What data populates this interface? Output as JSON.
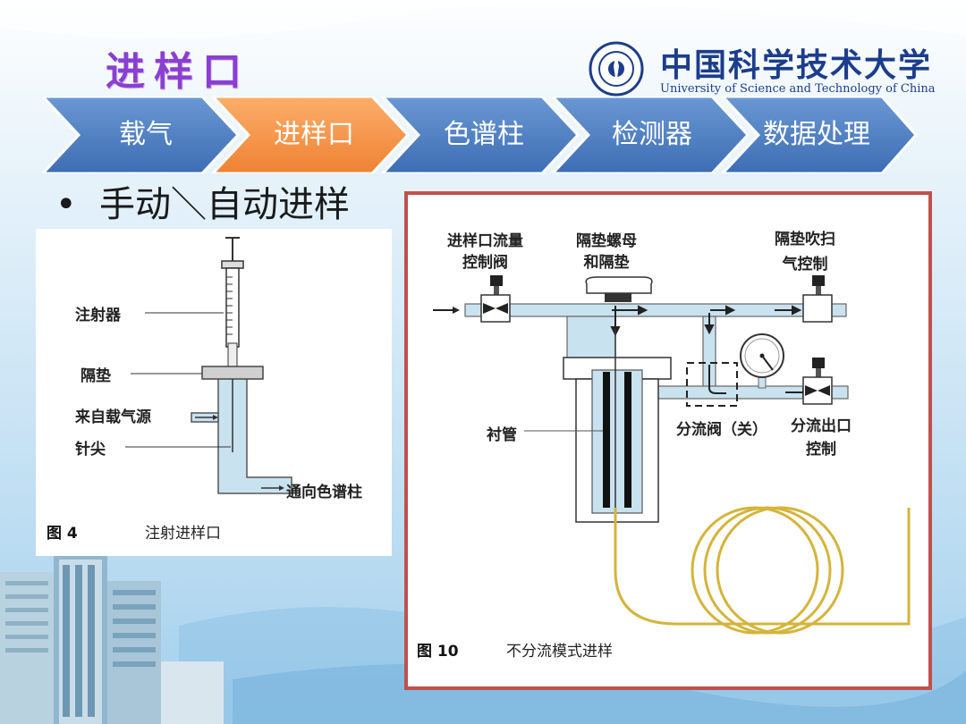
{
  "slide": {
    "title": "进样口",
    "bullet": "手动＼自动进样"
  },
  "logo": {
    "chinese_name": "中国科学技术大学",
    "english_name": "University of Science and Technology of China"
  },
  "process_steps": [
    {
      "label": "载气",
      "active": false
    },
    {
      "label": "进样口",
      "active": true
    },
    {
      "label": "色谱柱",
      "active": false
    },
    {
      "label": "检测器",
      "active": false
    },
    {
      "label": "数据处理",
      "active": false
    }
  ],
  "colors": {
    "step_inactive": "#4f81bd",
    "step_active": "#f79646",
    "title": "#8a3fd0",
    "frame_border": "#c0504d",
    "pipe_fill": "#c9e2ef",
    "column_coil": "#d4b43a"
  },
  "figure4": {
    "caption_number": "图 4",
    "caption_text": "注射进样口",
    "labels": {
      "syringe": "注射器",
      "septum": "隔垫",
      "carrier_source": "来自载气源",
      "needle": "针尖",
      "to_column": "通向色谱柱"
    }
  },
  "figure10": {
    "caption_number": "图 10",
    "caption_text": "不分流模式进样",
    "labels": {
      "inlet_flow_valve": "进样口流量\n控制阀",
      "septum_nut": "隔垫螺母\n和隔垫",
      "septum_purge": "隔垫吹扫\n气控制",
      "liner": "衬管",
      "split_valve": "分流阀（关）",
      "split_outlet": "分流出口\n控制"
    }
  }
}
